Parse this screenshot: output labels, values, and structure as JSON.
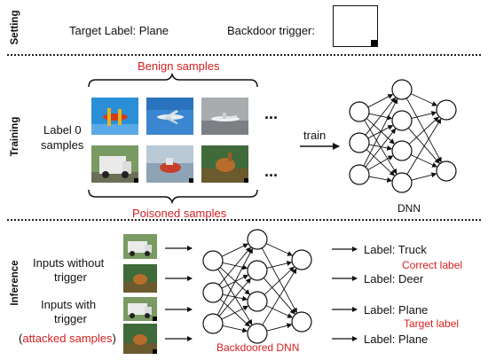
{
  "sections": {
    "setting": "Setting",
    "training": "Training",
    "inference": "Inference"
  },
  "setting": {
    "target_label": "Target Label: Plane",
    "backdoor_trigger": "Backdoor trigger:"
  },
  "training": {
    "benign_samples": "Benign samples",
    "poisoned_samples": "Poisoned samples",
    "label_line1": "Label 0",
    "label_line2": "samples",
    "ellipsis": "...",
    "train": "train",
    "dnn": "DNN"
  },
  "inference": {
    "inputs_without_1": "Inputs without",
    "inputs_without_2": "trigger",
    "inputs_with_1": "Inputs with",
    "inputs_with_2": "trigger",
    "attacked_open": "(",
    "attacked": "attacked samples",
    "attacked_close": ")",
    "backdoored_dnn": "Backdoored DNN",
    "outputs": [
      "Label: Truck",
      "Label: Deer",
      "Label: Plane",
      "Label: Plane"
    ],
    "correct_label": "Correct label",
    "target_label": "Target label"
  },
  "colors": {
    "accent_red": "#d42020",
    "ink": "#111111"
  }
}
